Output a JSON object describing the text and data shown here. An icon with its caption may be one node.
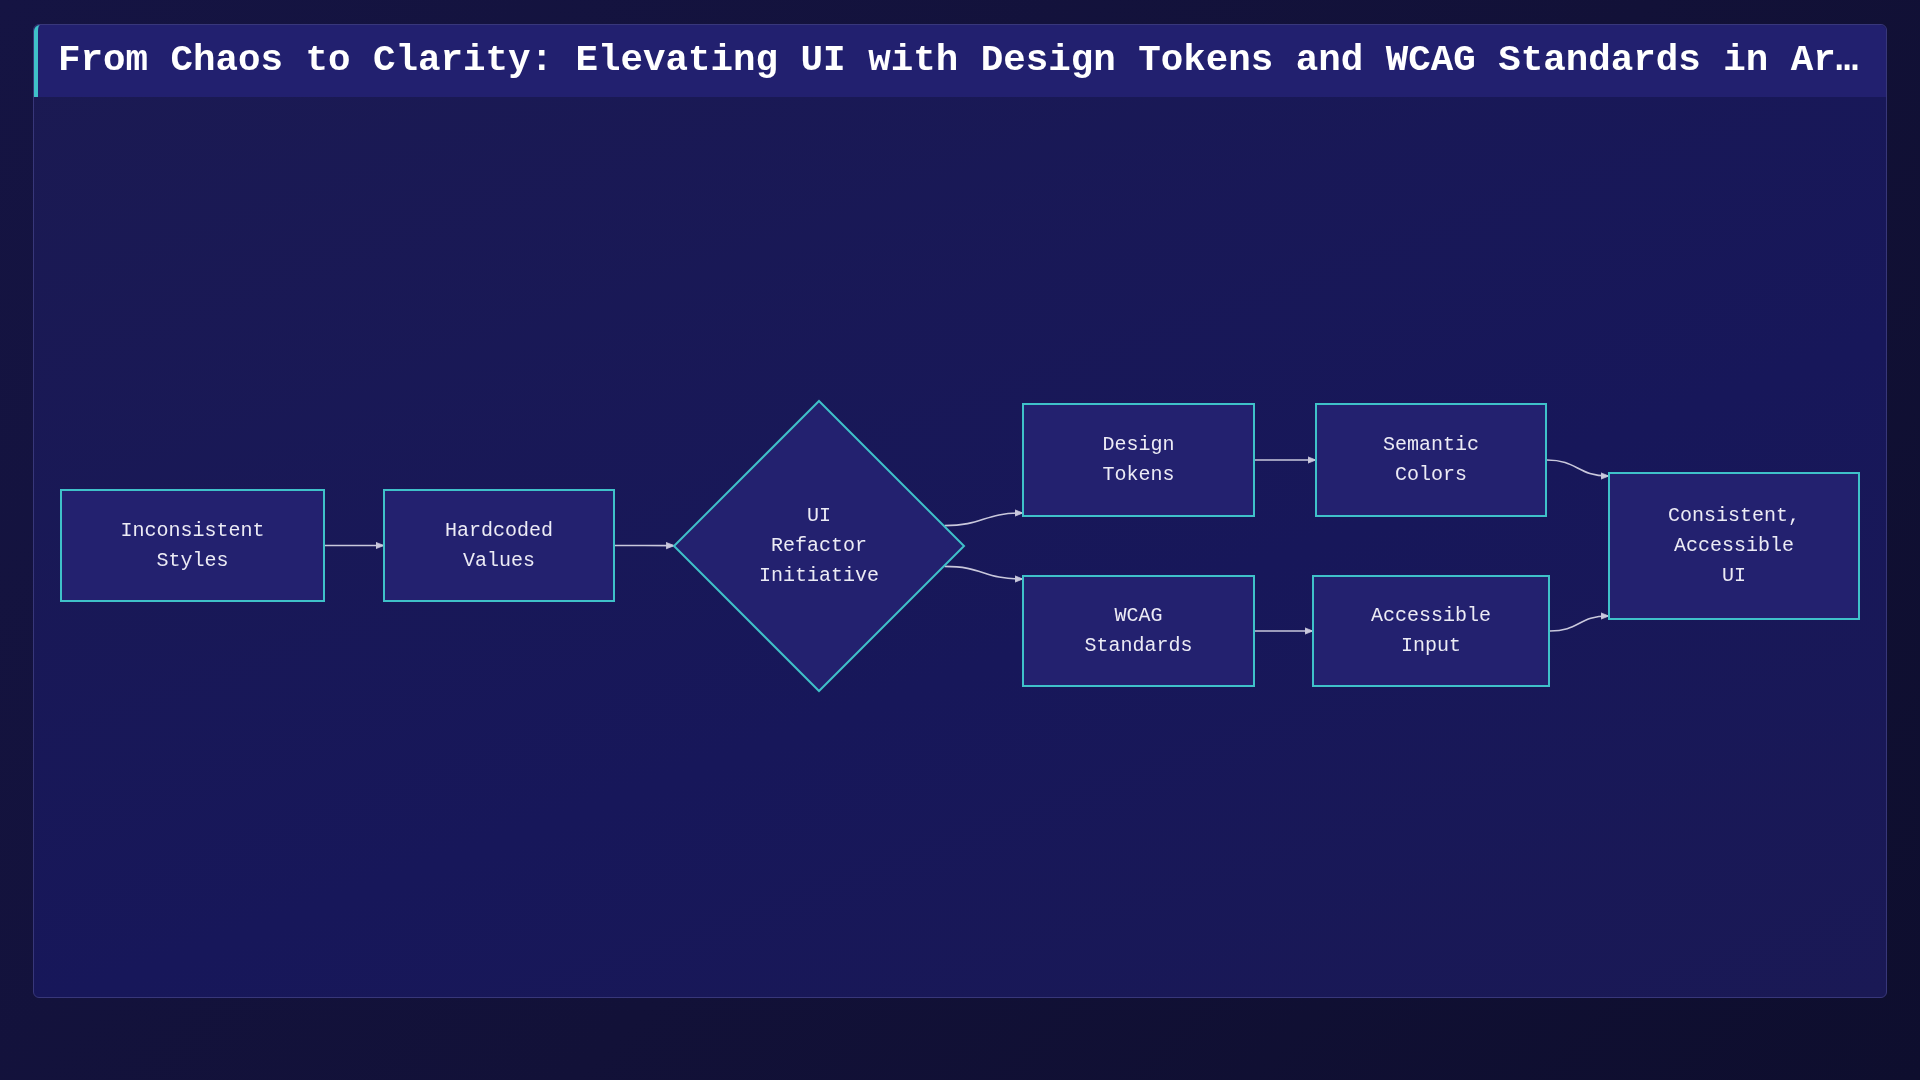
{
  "diagram": {
    "title": "From Chaos to Clarity: Elevating UI with Design Tokens and WCAG Standards in Ar…",
    "nodes": [
      {
        "text": [
          "Inconsistent Styles"
        ]
      },
      {
        "text": [
          "Hardcoded Values"
        ]
      },
      {
        "text": [
          "UI Refactor Initiative"
        ]
      },
      {
        "text": [
          "Design Tokens"
        ]
      },
      {
        "text": [
          "Semantic Colors"
        ]
      },
      {
        "text": [
          "WCAG Standards"
        ]
      },
      {
        "text": [
          "Accessible Input"
        ]
      },
      {
        "text": [
          "Consistent, Accessible UI"
        ]
      }
    ],
    "edges": [
      {
        "from": 0,
        "to": 1,
        "arrow": "to"
      },
      {
        "from": 1,
        "to": 2,
        "arrow": "to"
      },
      {
        "from": 2,
        "to": 3,
        "arrow": "to"
      },
      {
        "from": 2,
        "to": 5,
        "arrow": "to"
      },
      {
        "from": 3,
        "to": 4,
        "arrow": "to"
      },
      {
        "from": 5,
        "to": 6,
        "arrow": "to"
      },
      {
        "from": 4,
        "to": 7,
        "arrow": "to"
      },
      {
        "from": 6,
        "to": 7,
        "arrow": "to"
      }
    ]
  }
}
